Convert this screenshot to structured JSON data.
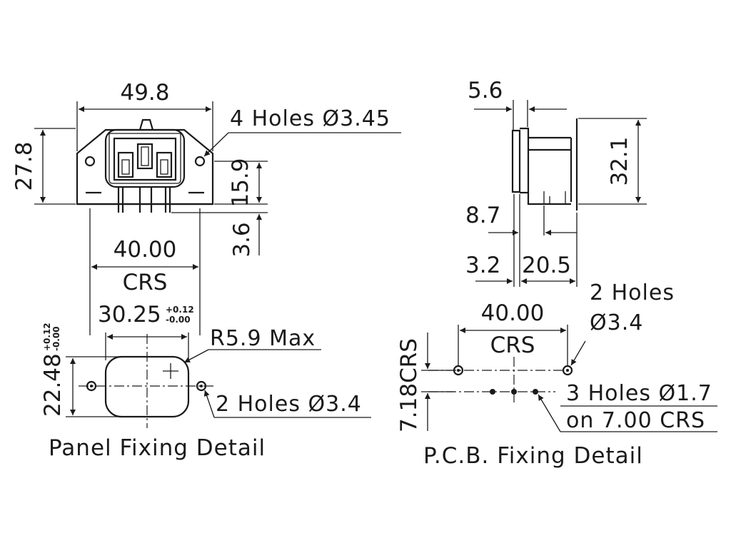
{
  "front_view": {
    "width": "49.8",
    "height": "27.8",
    "holes": "4 Holes Ø3.45",
    "body_height": "15.9",
    "pin_length": "3.6",
    "crs": "40.00",
    "crs_label": "CRS"
  },
  "panel_fixing": {
    "cutout_width": "30.25",
    "cutout_width_tol_upper": "+0.12",
    "cutout_width_tol_lower": "-0.00",
    "cutout_height": "22.48",
    "cutout_height_tol_upper": "+0.12",
    "cutout_height_tol_lower": "-0.00",
    "radius": "R5.9 Max",
    "holes": "2 Holes Ø3.4",
    "title": "Panel Fixing Detail"
  },
  "side_view": {
    "flange": "5.6",
    "height": "32.1",
    "offset": "8.7",
    "base": "3.2",
    "depth": "20.5"
  },
  "pcb_fixing": {
    "crs": "40.00",
    "crs_label": "CRS",
    "holes_top_line1": "2 Holes",
    "holes_top_line2": "Ø3.4",
    "vertical_crs": "7.18CRS",
    "small_holes_line1": "3 Holes Ø1.7",
    "small_holes_line2": "on 7.00 CRS",
    "title": "P.C.B. Fixing Detail"
  }
}
